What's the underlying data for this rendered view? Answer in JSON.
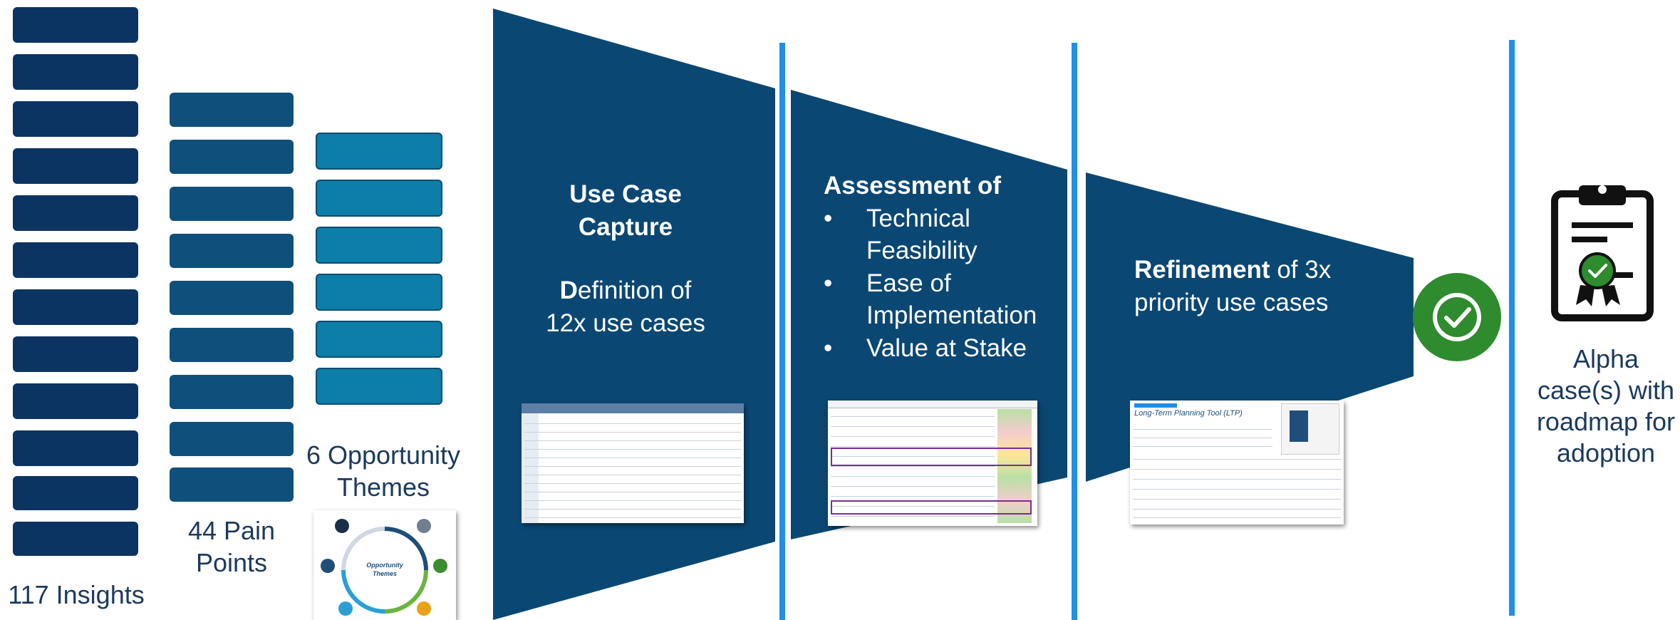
{
  "columns": {
    "insights": {
      "label": "117 Insights",
      "bar_count": 12
    },
    "pain_points": {
      "label_line1": "44 Pain",
      "label_line2": "Points",
      "bar_count": 9
    },
    "themes": {
      "label_line1": "6 Opportunity",
      "label_line2": "Themes",
      "bar_count": 6
    }
  },
  "stages": {
    "use_case_capture": {
      "title_line1": "Use Case",
      "title_line2": "Capture",
      "desc_first_letter": "D",
      "desc_rest": "efinition of",
      "desc_line2": "12x use cases"
    },
    "assessment": {
      "title": "Assessment of",
      "bullets": [
        {
          "line1": "Technical",
          "line2": "Feasibility"
        },
        {
          "line1": "Ease of",
          "line2": "Implementation"
        },
        {
          "line1": "Value at Stake",
          "line2": ""
        }
      ]
    },
    "refinement": {
      "title_bold": "Refinement",
      "title_rest": " of 3x",
      "line2": "priority use cases"
    }
  },
  "thumbnails": {
    "opportunity_themes": {
      "caption": "Opportunity Themes"
    },
    "ltp": {
      "title": "Long-Term Planning Tool (LTP)"
    }
  },
  "outcome": {
    "line1": "Alpha",
    "line2": "case(s) with",
    "line3": "roadmap for",
    "line4": "adoption"
  },
  "colors": {
    "navy": "#0c3463",
    "funnel": "#0b4773",
    "teal": "#0c7ea8",
    "divider": "#1f8fe8",
    "badge_green": "#2e8b2e"
  }
}
